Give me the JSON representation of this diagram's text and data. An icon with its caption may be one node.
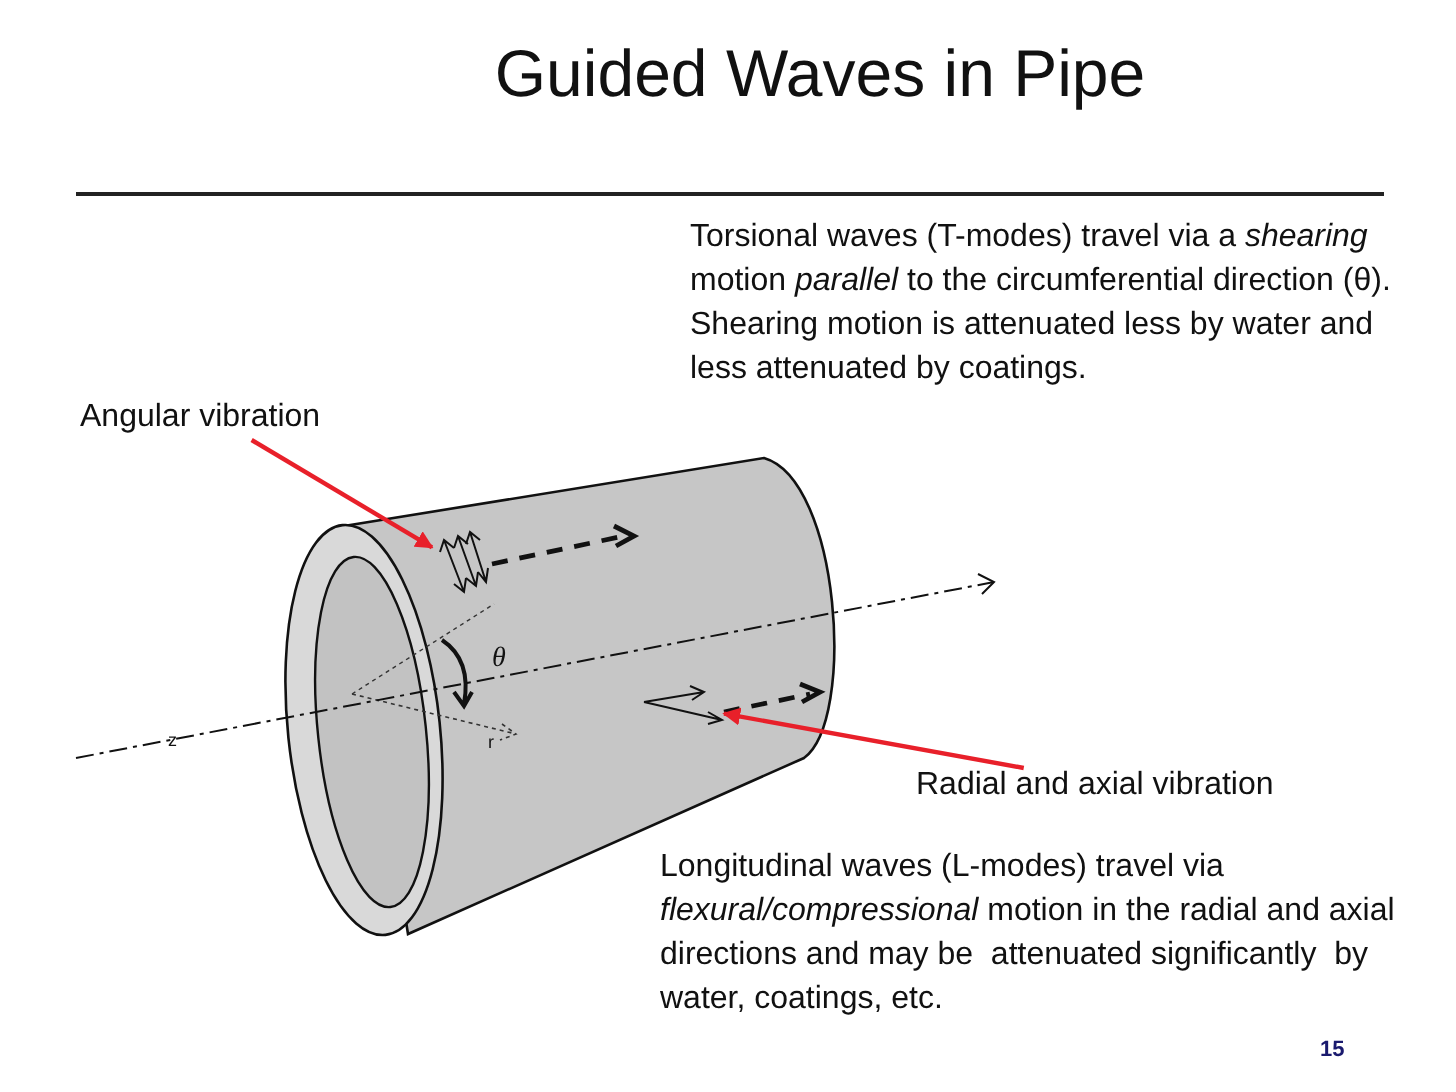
{
  "diagram": {
    "title": "Guided Waves in Pipe",
    "nodes": [
      {
        "text": [
          "Angular vibration"
        ]
      },
      {
        "text": [],
        "shape": "picture"
      },
      {
        "text": [
          "Radial and axial vibration"
        ]
      },
      {
        "text": [],
        "shape": "picture"
      }
    ],
    "edges": [
      {
        "from": 0,
        "to": 1,
        "arrow": "to",
        "color": "#e8202a"
      },
      {
        "from": 2,
        "to": 3,
        "arrow": "to",
        "color": "#e8202a"
      }
    ],
    "labels": [
      "Torsional waves (T-modes) travel via a *shearing* motion *parallel* to the circumferential direction (θ).  Shearing motion is attenuated less by water and less attenuated by coatings.",
      "θ",
      "z",
      "r",
      "Longitudinal waves (L-modes) travel via *flexural/compressional* motion in the radial and axial directions and may be  attenuated significantly  by water, coatings, etc.",
      "15"
    ]
  }
}
